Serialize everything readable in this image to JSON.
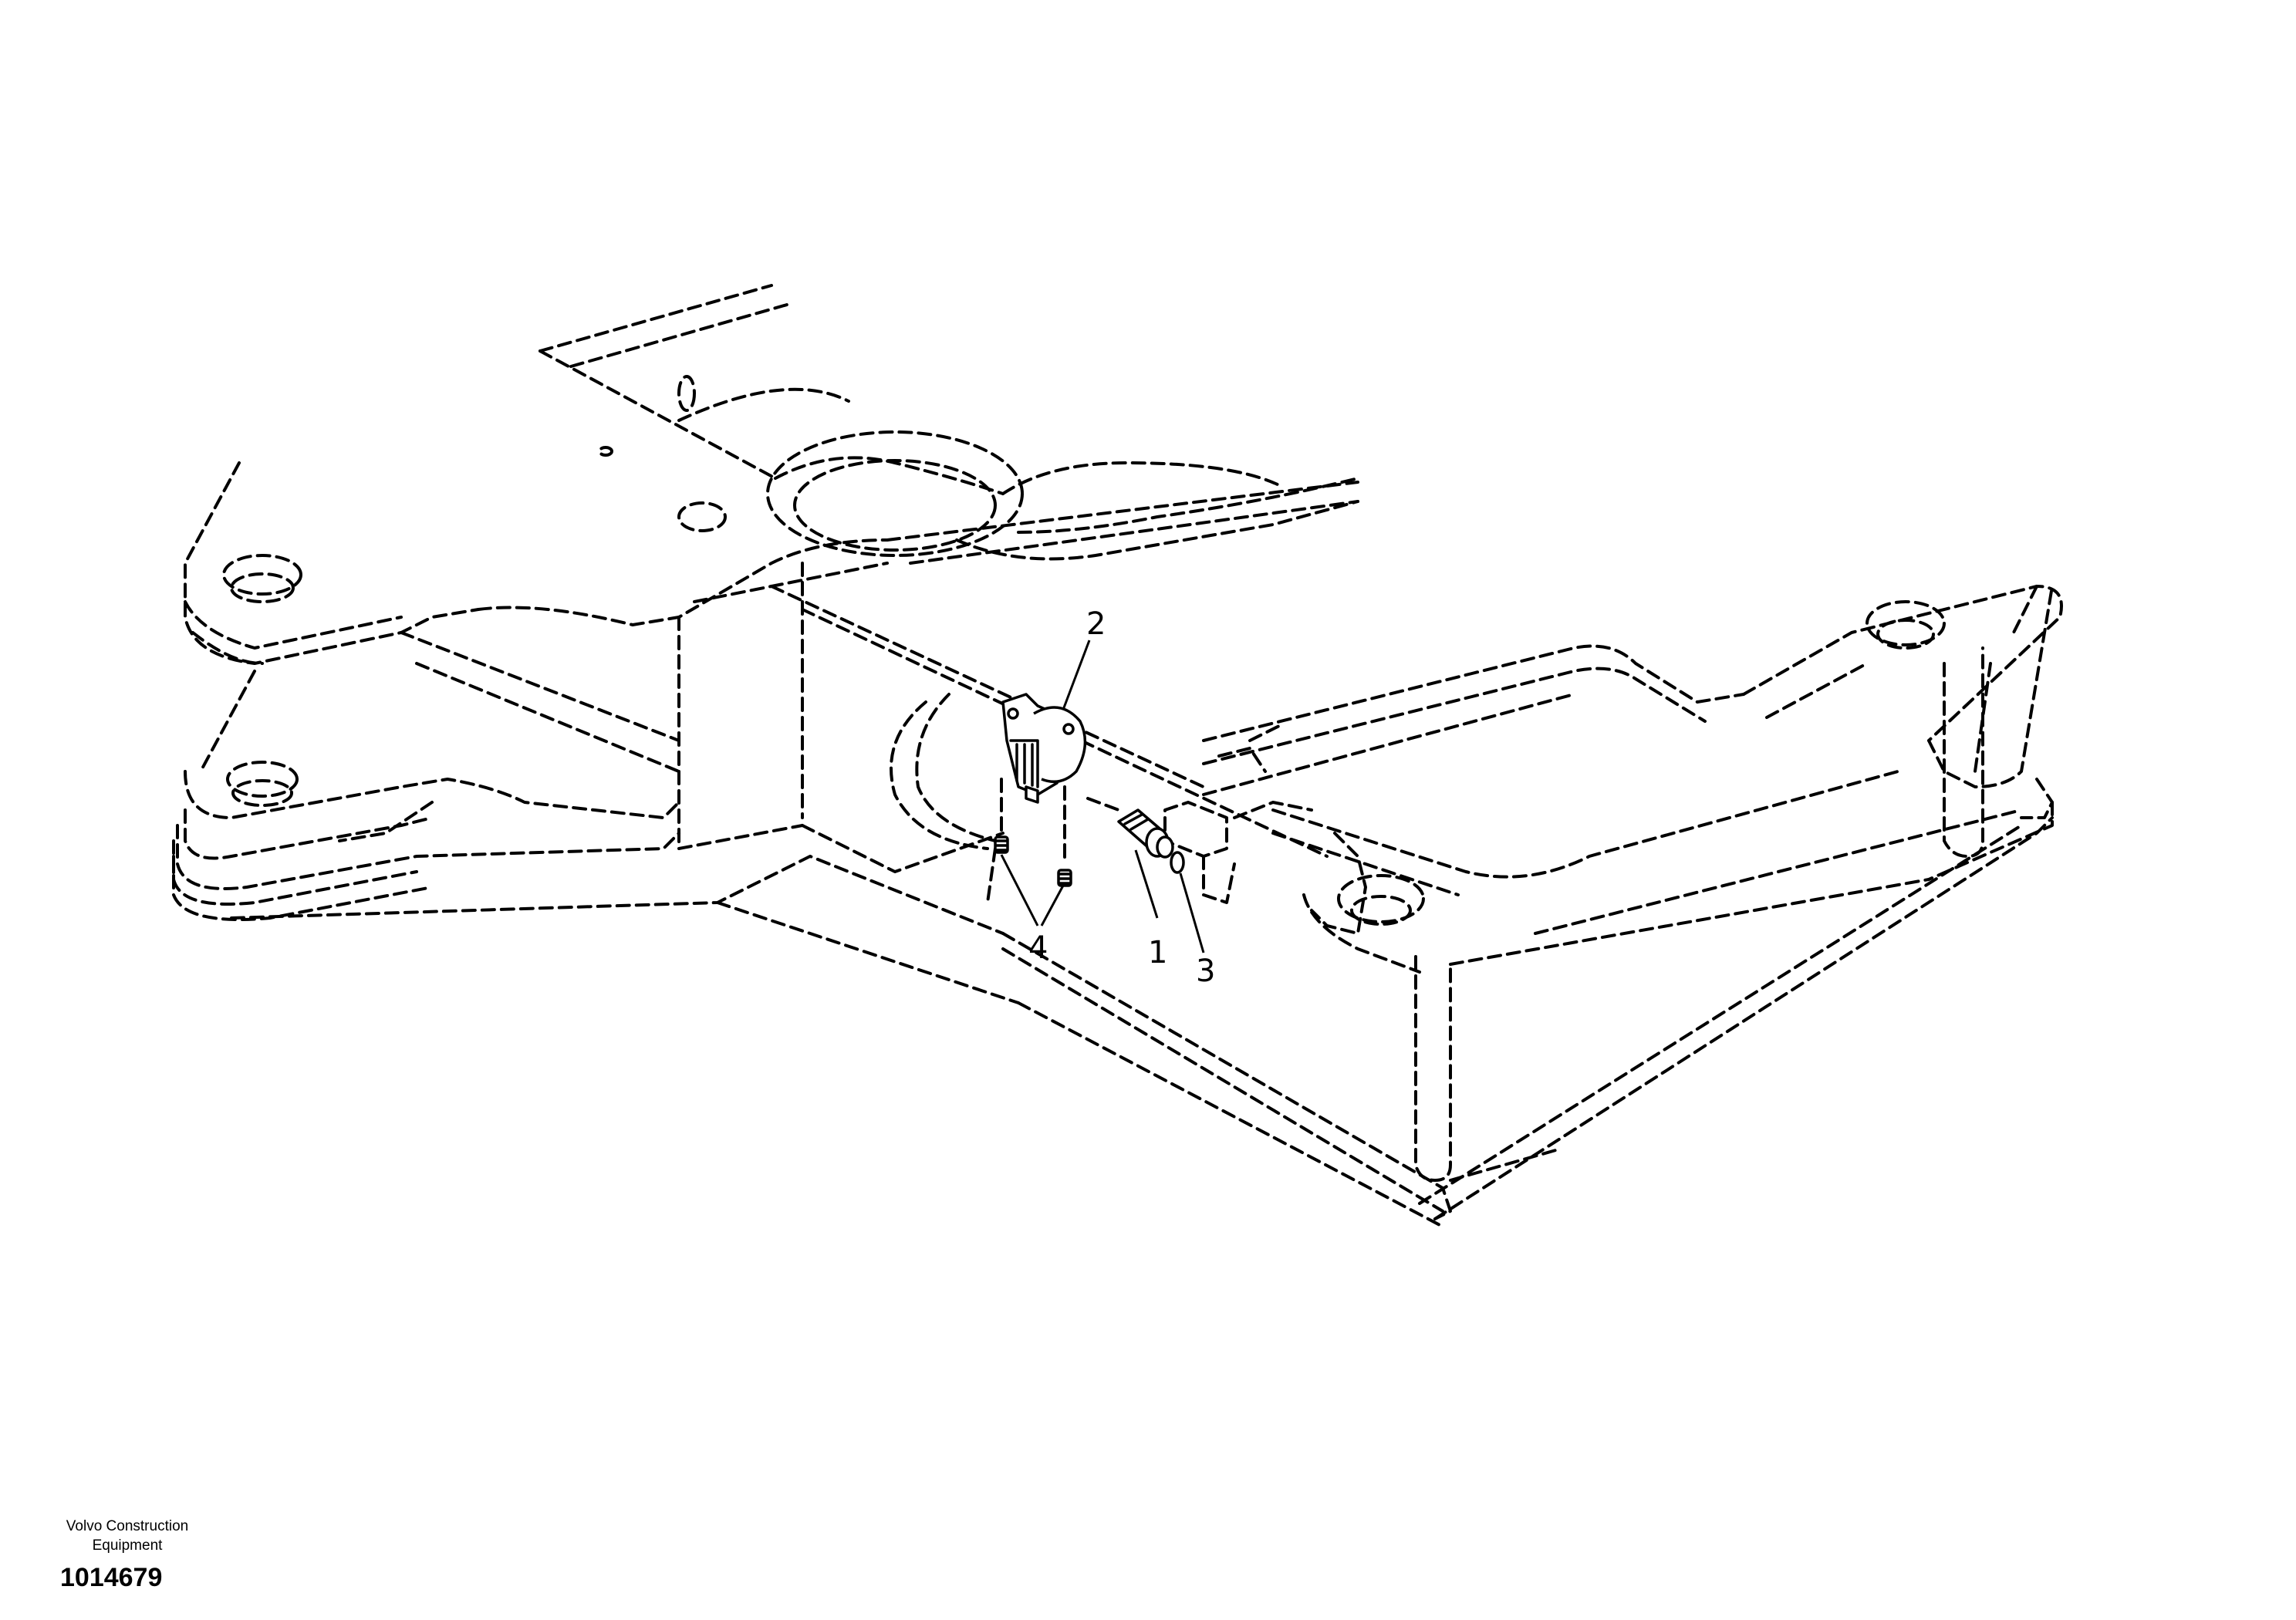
{
  "callouts": [
    {
      "id": "1",
      "label": "1"
    },
    {
      "id": "2",
      "label": "2"
    },
    {
      "id": "3",
      "label": "3"
    },
    {
      "id": "4",
      "label": "4"
    }
  ],
  "footer": {
    "brand_line1": "Volvo Construction",
    "brand_line2": "Equipment",
    "drawing_number": "1014679"
  }
}
